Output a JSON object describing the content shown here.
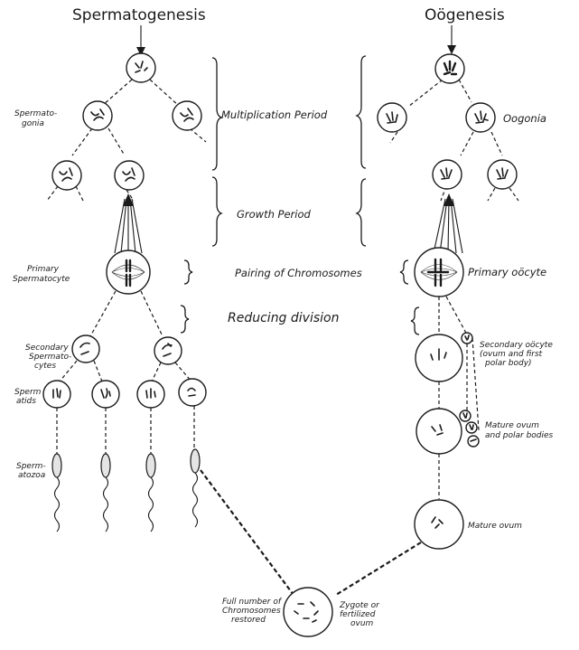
{
  "titles": {
    "left": "Spermatogenesis",
    "right": "Oögenesis"
  },
  "periods": {
    "multiplication": "Multiplication Period",
    "growth": "Growth Period",
    "pairing": "Pairing of Chromosomes",
    "reducing": "Reducing division"
  },
  "left_labels": {
    "spermatogonia_1": "Spermato-",
    "spermatogonia_2": "gonia",
    "primary_1": "Primary",
    "primary_2": "Spermatocyte",
    "secondary_1": "Secondary",
    "secondary_2": "Spermato-",
    "secondary_3": "cytes",
    "spermatids_1": "Sperm",
    "spermatids_2": "atids",
    "spermatozoa_1": "Sperm-",
    "spermatozoa_2": "atozoa"
  },
  "right_labels": {
    "oogonia": "Oogonia",
    "primary": "Primary oöcyte",
    "secondary_1": "Secondary oöcyte",
    "secondary_2": "(ovum and first",
    "secondary_3": "polar body)",
    "mature_polar_1": "Mature ovum",
    "mature_polar_2": "and polar bodies",
    "mature": "Mature ovum"
  },
  "bottom_labels": {
    "full_1": "Full number of",
    "full_2": "Chromosomes",
    "full_3": "restored",
    "zygote_1": "Zygote or",
    "zygote_2": "fertilized",
    "zygote_3": "ovum"
  }
}
